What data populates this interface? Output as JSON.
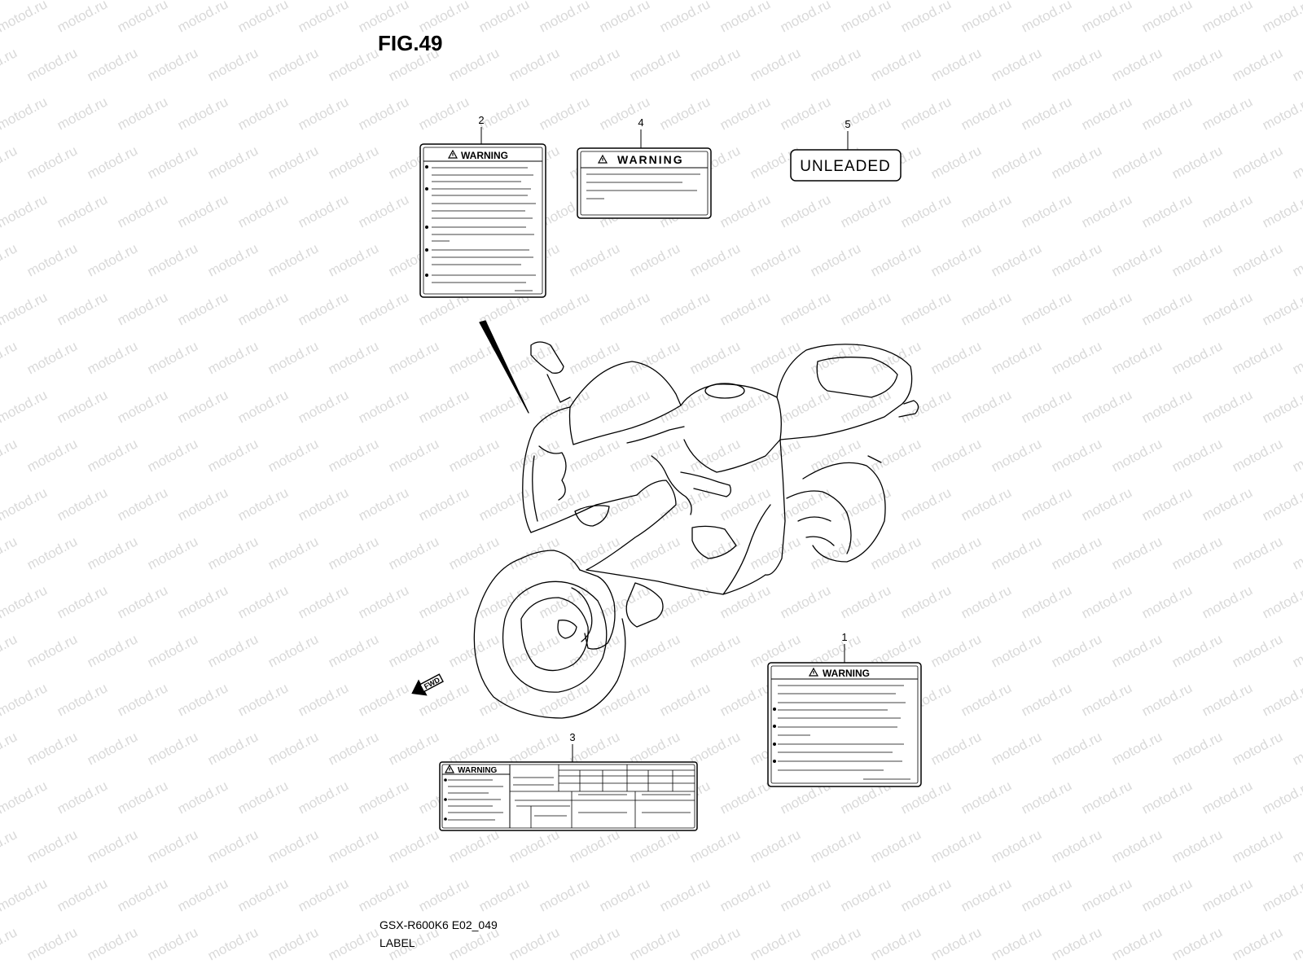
{
  "figure": {
    "title": "FIG.49"
  },
  "watermark": {
    "text": "motod.ru",
    "color": "#d9d9d9"
  },
  "callouts": [
    {
      "number": "1"
    },
    {
      "number": "2"
    },
    {
      "number": "3"
    },
    {
      "number": "4"
    },
    {
      "number": "5"
    }
  ],
  "labels": {
    "warning_text": "WARNING",
    "unleaded_text": "UNLEADED",
    "fwd_text": "FWD"
  },
  "footer": {
    "model_code": "GSX-R600K6 E02_049",
    "section_name": "LABEL"
  }
}
